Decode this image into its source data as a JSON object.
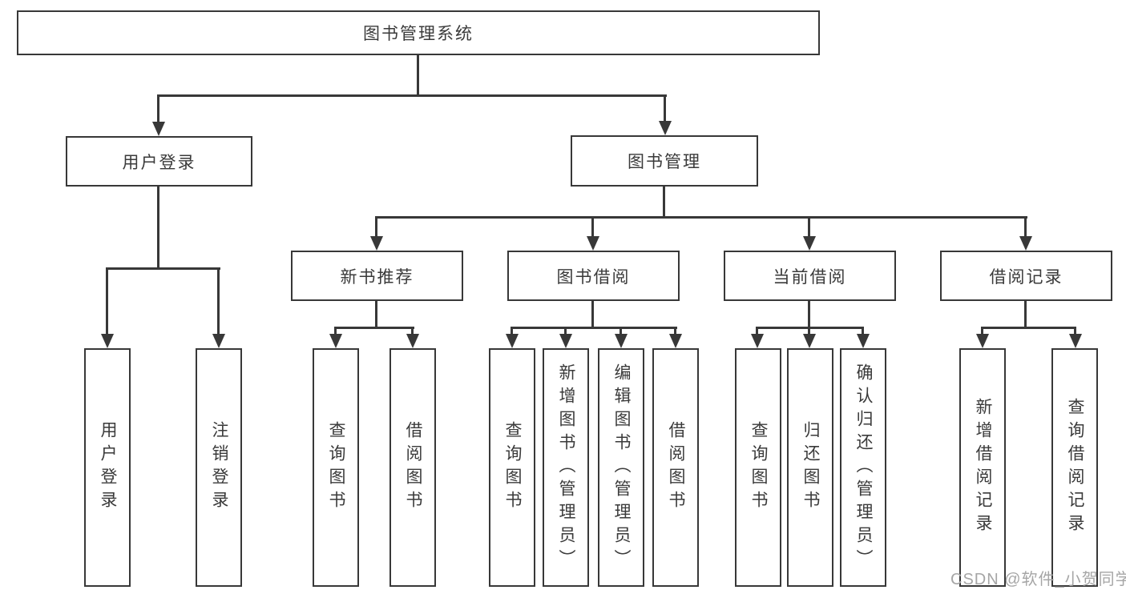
{
  "colors": {
    "box_border": "#383838",
    "connector_line": "#383838",
    "text": "#3a3a3a",
    "watermark": "#a6a6a6",
    "background": "#ffffff"
  },
  "watermark": {
    "text": "CSDN @软件_小贺同学"
  },
  "diagram": {
    "type": "tree",
    "title": "图书管理系统",
    "tree": {
      "label": "图书管理系统",
      "children": [
        {
          "label": "用户登录",
          "children": [
            {
              "label": "用户登录"
            },
            {
              "label": "注销登录"
            }
          ]
        },
        {
          "label": "图书管理",
          "children": [
            {
              "label": "新书推荐",
              "children": [
                {
                  "label": "查询图书"
                },
                {
                  "label": "借阅图书"
                }
              ]
            },
            {
              "label": "图书借阅",
              "children": [
                {
                  "label": "查询图书"
                },
                {
                  "label": "新增图书（管理员）"
                },
                {
                  "label": "编辑图书（管理员）"
                },
                {
                  "label": "借阅图书"
                }
              ]
            },
            {
              "label": "当前借阅",
              "children": [
                {
                  "label": "查询图书"
                },
                {
                  "label": "归还图书"
                },
                {
                  "label": "确认归还（管理员）"
                }
              ]
            },
            {
              "label": "借阅记录",
              "children": [
                {
                  "label": "新增借阅记录"
                },
                {
                  "label": "查询借阅记录"
                }
              ]
            }
          ]
        }
      ]
    }
  }
}
